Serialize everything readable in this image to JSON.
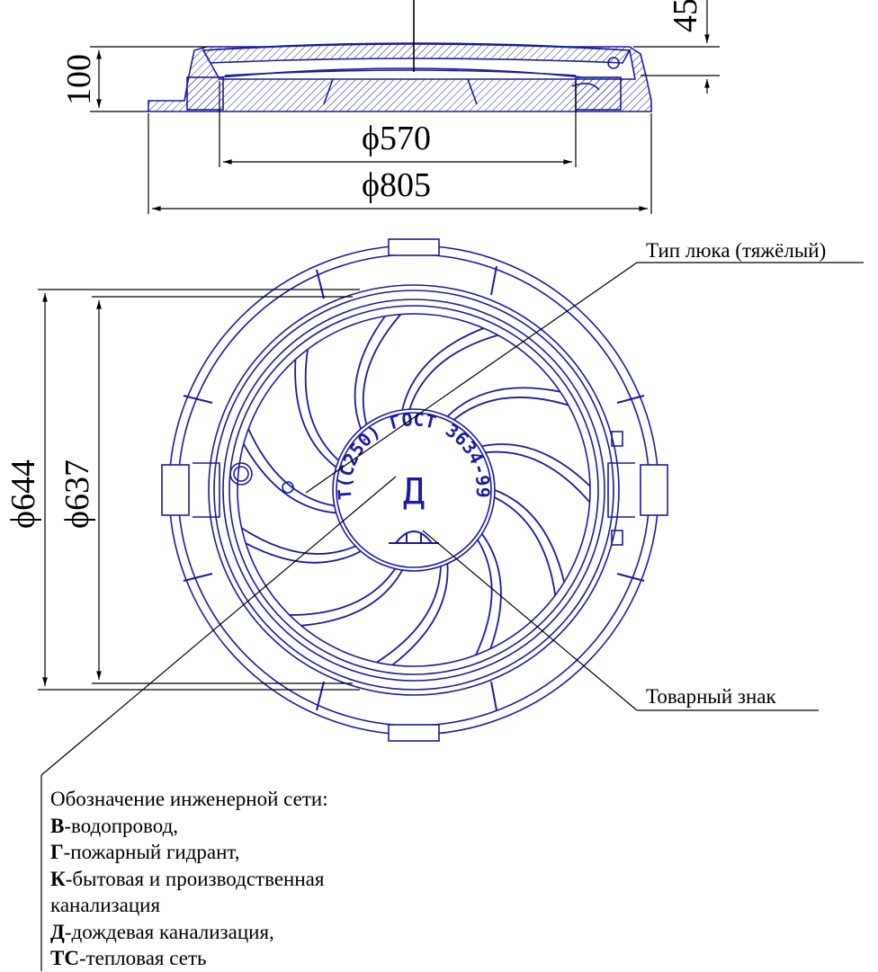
{
  "dimensions": {
    "height": "100",
    "top_partial": "45",
    "d570": "ϕ570",
    "d805": "ϕ805",
    "d644": "ϕ644",
    "d637": "ϕ637"
  },
  "callouts": {
    "type": "Тип люка (тяжёлый)",
    "trademark": "Товарный знак"
  },
  "cover_marking": {
    "arc_text": "Т(С250) ГОСТ 3634-99",
    "letter": "Д"
  },
  "legend": {
    "title": "Обозначение инженерной сети:",
    "items": [
      {
        "code": "В",
        "text": "-водопровод,"
      },
      {
        "code": "Г",
        "text": "-пожарный гидрант,"
      },
      {
        "code": "К",
        "text": "-бытовая и производственная"
      },
      {
        "code": "",
        "text": "канализация"
      },
      {
        "code": "Д",
        "text": "-дождевая канализация,"
      },
      {
        "code": "ТС",
        "text": "-тепловая сеть"
      }
    ]
  },
  "colors": {
    "line": "#1a1aa0",
    "dim_line": "#000000"
  }
}
